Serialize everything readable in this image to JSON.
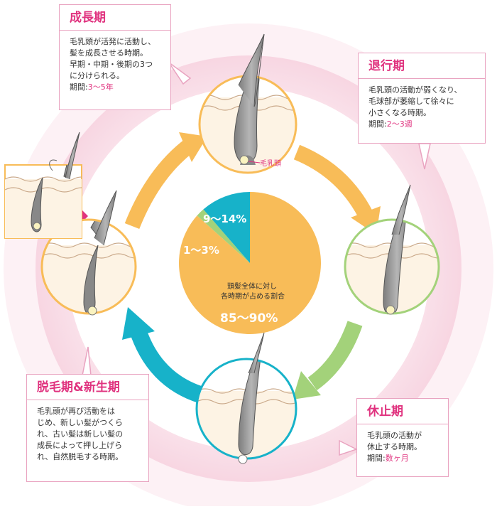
{
  "boxes": {
    "growth": {
      "title": "成長期",
      "lines": [
        "毛乳頭が活発に活動し、",
        "髪を成長させる時期。",
        "早期・中期・後期の3つ",
        "に分けられる。"
      ],
      "period_label": "期間:",
      "period_value": "3〜5年"
    },
    "regression": {
      "title": "退行期",
      "lines": [
        "毛乳頭の活動が弱くなり、",
        "毛球部が萎縮して徐々に",
        "小さくなる時期。"
      ],
      "period_label": "期間:",
      "period_value": "2〜3週"
    },
    "resting": {
      "title": "休止期",
      "lines": [
        "毛乳頭の活動が",
        "休止する時期。"
      ],
      "period_label": "期間:",
      "period_value": "数ヶ月"
    },
    "shedding": {
      "title": "脱毛期&新生期",
      "lines": [
        "毛乳頭が再び活動をは",
        "じめ、新しい髪がつくら",
        "れ、古い髪は新しい髪の",
        "成長によって押し上げら",
        "れ、自然脱毛する時期。"
      ]
    }
  },
  "labels": {
    "papilla": "毛乳頭"
  },
  "pie": {
    "caption_line1": "頭髪全体に対し",
    "caption_line2": "各時期が占める割合",
    "slices": [
      {
        "label": "85〜90%",
        "value": 87.5,
        "color": "#f8bc58"
      },
      {
        "label": "1〜3%",
        "value": 2,
        "color": "#a3d27a"
      },
      {
        "label": "9〜14%",
        "value": 11.5,
        "color": "#17b2c9"
      }
    ]
  },
  "colors": {
    "growth": "#f8bc58",
    "regression": "#a3d27a",
    "resting": "#17b2c9",
    "accent": "#e0337f",
    "border": "#e9a3c0"
  }
}
